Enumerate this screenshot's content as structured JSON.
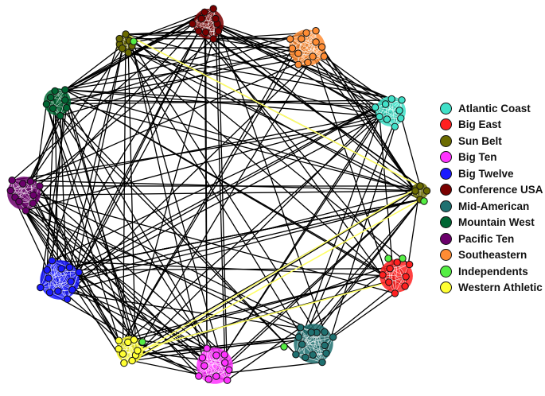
{
  "legend": {
    "items": [
      {
        "label": "Atlantic Coast",
        "color": "#40e0c8"
      },
      {
        "label": "Big East",
        "color": "#ff2020"
      },
      {
        "label": "Sun Belt",
        "color": "#6b6b00"
      },
      {
        "label": "Big Ten",
        "color": "#ff33ff"
      },
      {
        "label": "Big Twelve",
        "color": "#1a1aff"
      },
      {
        "label": "Conference USA",
        "color": "#7a0000"
      },
      {
        "label": "Mid-American",
        "color": "#1f7070"
      },
      {
        "label": "Mountain West",
        "color": "#006633"
      },
      {
        "label": "Pacific Ten",
        "color": "#6b006b"
      },
      {
        "label": "Southeastern",
        "color": "#ff8c33"
      },
      {
        "label": "Independents",
        "color": "#55ee44"
      },
      {
        "label": "Western Athletic",
        "color": "#ffff33"
      }
    ]
  },
  "graph": {
    "communities": [
      {
        "conference": "Conference USA",
        "teams": 10
      },
      {
        "conference": "Southeastern",
        "teams": 12
      },
      {
        "conference": "Atlantic Coast",
        "teams": 9
      },
      {
        "conference": "Sun Belt",
        "teams": 7
      },
      {
        "conference": "Big East",
        "teams": 8
      },
      {
        "conference": "Mid-American",
        "teams": 13
      },
      {
        "conference": "Big Ten",
        "teams": 11
      },
      {
        "conference": "Western Athletic",
        "teams": 10
      },
      {
        "conference": "Big Twelve",
        "teams": 12
      },
      {
        "conference": "Pacific Ten",
        "teams": 10
      },
      {
        "conference": "Mountain West",
        "teams": 8
      },
      {
        "conference": "Sun Belt",
        "teams": 4
      }
    ],
    "edge_color": "#000000",
    "highlight_edge_color": "#ffff66"
  }
}
